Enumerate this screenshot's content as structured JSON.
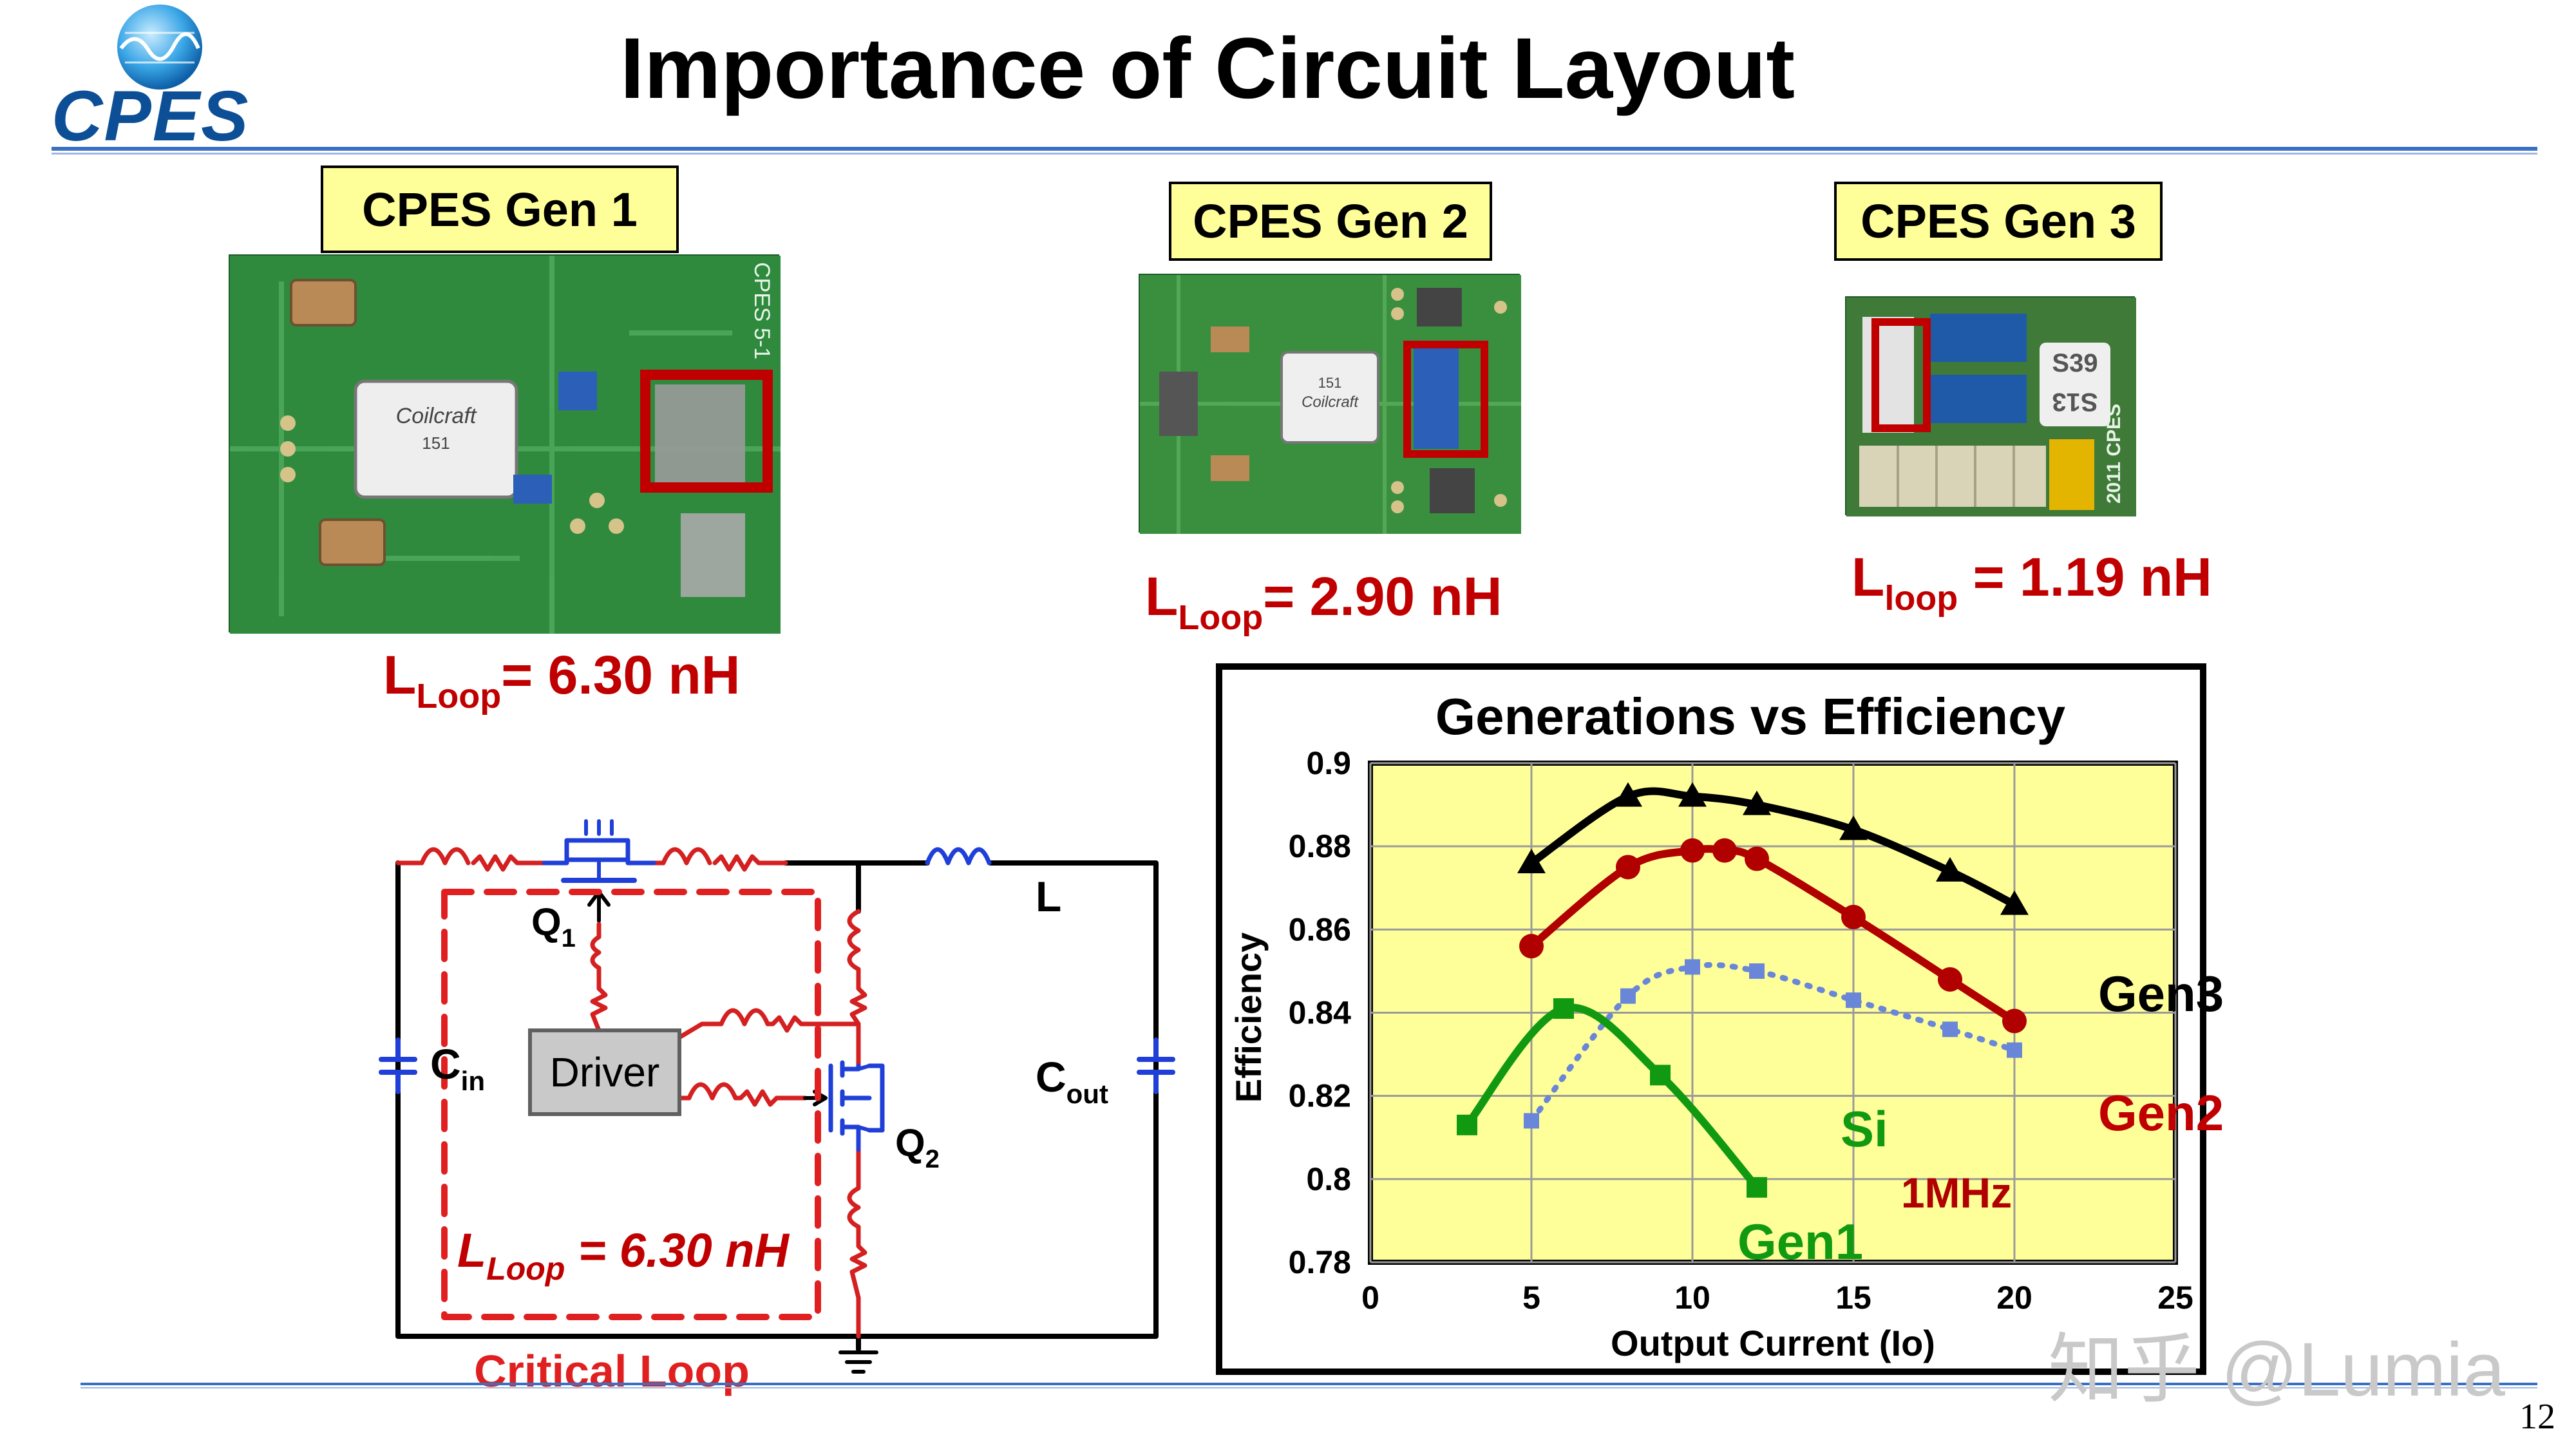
{
  "header": {
    "logo_text": "CPES",
    "title": "Importance of Circuit Layout"
  },
  "generations": [
    {
      "label": "CPES Gen 1",
      "lloop_prefix": "L",
      "lloop_sub": "Loop",
      "lloop_value": "= 6.30 nH"
    },
    {
      "label": "CPES Gen 2",
      "lloop_prefix": "L",
      "lloop_sub": "Loop",
      "lloop_value": "= 2.90 nH"
    },
    {
      "label": "CPES Gen 3",
      "lloop_prefix": "L",
      "lloop_sub": "loop",
      "lloop_value": " = 1.19 nH"
    }
  ],
  "pcb_markings": {
    "gen1_inductor": "Coilcraft",
    "gen1_inductor_code": "151",
    "gen1_board_text": "CPES 5-1",
    "gen2_inductor": "Coilcraft",
    "gen2_inductor_code": "151",
    "gen3_chip_a": "S39",
    "gen3_chip_b": "S13",
    "gen3_board_text": "2011 CPES"
  },
  "circuit": {
    "q1": "Q",
    "q1_sub": "1",
    "q2": "Q",
    "q2_sub": "2",
    "inductor": "L",
    "cin": "C",
    "cin_sub": "in",
    "cout": "C",
    "cout_sub": "out",
    "driver": "Driver",
    "loop_prefix": "L",
    "loop_sub": "Loop",
    "loop_value": " = 6.30 nH",
    "critical_loop": "Critical Loop"
  },
  "colors": {
    "loop_red": "#c00000",
    "dashed_red": "#e02020",
    "pcb_green": "#2f8a3e",
    "label_yellow": "#ffff99",
    "plot_bg": "#ffff99",
    "rule_blue": "#3a6fc4",
    "circuit_blue": "#1f3fd8"
  },
  "chart_data": {
    "type": "line",
    "title": "Generations vs Efficiency",
    "xlabel": "Output Current (Io)",
    "ylabel": "Efficiency",
    "xlim": [
      0,
      25
    ],
    "ylim": [
      0.78,
      0.9
    ],
    "x_ticks": [
      "0",
      "5",
      "10",
      "15",
      "20",
      "25"
    ],
    "y_ticks": [
      "0.78",
      "0.8",
      "0.82",
      "0.84",
      "0.86",
      "0.88",
      "0.9"
    ],
    "grid": true,
    "annotation": "1MHz",
    "series": [
      {
        "name": "Gen3",
        "color": "#000000",
        "marker": "triangle",
        "line": "solid",
        "x": [
          5,
          8,
          10,
          12,
          15,
          18,
          20
        ],
        "y": [
          0.876,
          0.892,
          0.892,
          0.89,
          0.884,
          0.874,
          0.866
        ]
      },
      {
        "name": "Gen2",
        "color": "#b00000",
        "marker": "circle",
        "line": "solid",
        "x": [
          5,
          8,
          10,
          11,
          12,
          15,
          18,
          20
        ],
        "y": [
          0.856,
          0.875,
          0.879,
          0.879,
          0.877,
          0.863,
          0.848,
          0.838
        ]
      },
      {
        "name": "Si",
        "color": "#6a86d8",
        "marker": "square",
        "line": "dotted",
        "x": [
          5,
          8,
          10,
          12,
          15,
          18,
          20
        ],
        "y": [
          0.814,
          0.844,
          0.851,
          0.85,
          0.843,
          0.836,
          0.831
        ]
      },
      {
        "name": "Gen1",
        "color": "#119a11",
        "marker": "square",
        "line": "solid",
        "x": [
          3,
          6,
          9,
          12
        ],
        "y": [
          0.813,
          0.841,
          0.825,
          0.798
        ]
      }
    ]
  },
  "watermark": "知乎 @Lumia",
  "page_number": "12"
}
